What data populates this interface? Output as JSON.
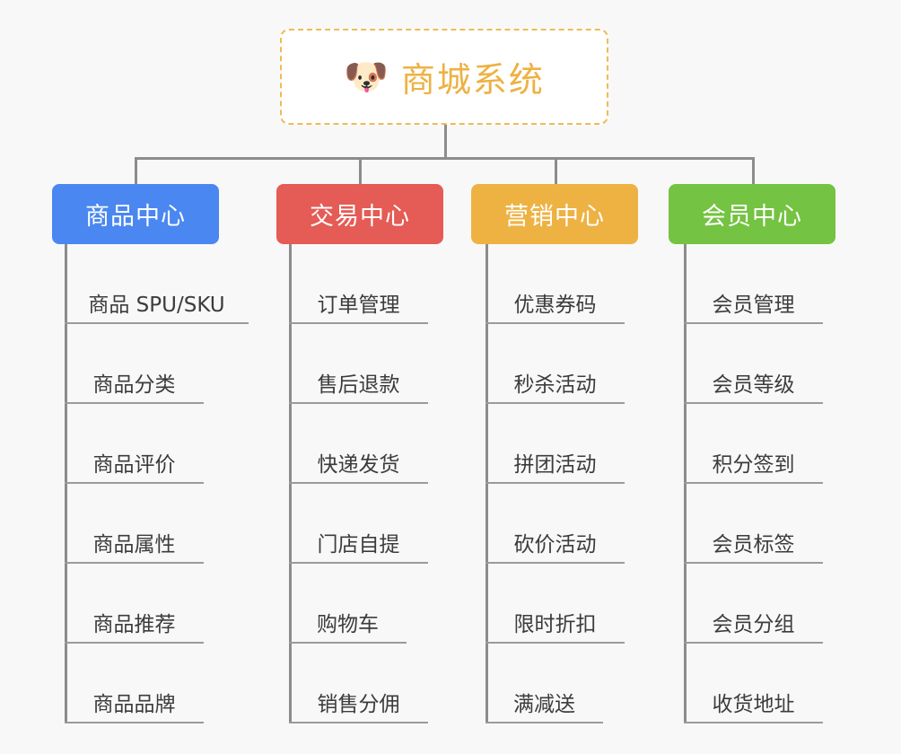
{
  "background_color": "#f8f8f8",
  "root": {
    "icon": "dog-face-icon",
    "icon_glyph": "🐶",
    "title": "商城系统",
    "text_color": "#eeb142",
    "border_color": "#eebc55",
    "background_color": "#ffffff"
  },
  "connector_color": "#8c8c8c",
  "leaf_line_color": "#9b9b9b",
  "leaf_text_color": "#3c3c3c",
  "categories": [
    {
      "label": "商品中心",
      "color": "#4a87f0",
      "items": [
        "商品 SPU/SKU",
        "商品分类",
        "商品评价",
        "商品属性",
        "商品推荐",
        "商品品牌"
      ]
    },
    {
      "label": "交易中心",
      "color": "#e55b55",
      "items": [
        "订单管理",
        "售后退款",
        "快递发货",
        "门店自提",
        "购物车",
        "销售分佣"
      ]
    },
    {
      "label": "营销中心",
      "color": "#eeb243",
      "items": [
        "优惠券码",
        "秒杀活动",
        "拼团活动",
        "砍价活动",
        "限时折扣",
        "满减送"
      ]
    },
    {
      "label": "会员中心",
      "color": "#74c342",
      "items": [
        "会员管理",
        "会员等级",
        "积分签到",
        "会员标签",
        "会员分组",
        "收货地址"
      ]
    }
  ]
}
